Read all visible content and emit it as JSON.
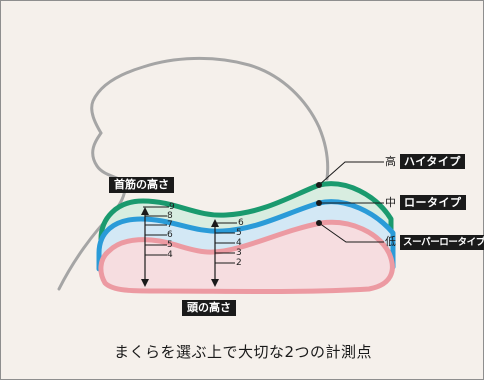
{
  "labels": {
    "neck_height": "首筋の高さ",
    "head_height": "頭の高さ",
    "caption": "まくらを選ぶ上で大切な2つの計測点"
  },
  "levels": [
    {
      "level": "高",
      "type": "ハイタイプ",
      "color": "#1a9a6e"
    },
    {
      "level": "中",
      "type": "ロータイプ",
      "color": "#2a9bd8"
    },
    {
      "level": "低",
      "type": "スーパーロータイプ",
      "color": "#ec9aa2"
    }
  ],
  "neck_scale": [
    "9",
    "8",
    "7",
    "6",
    "5",
    "4"
  ],
  "head_scale": [
    "6",
    "5",
    "4",
    "3",
    "2"
  ],
  "colors": {
    "background": "#f5f0eb",
    "outline": "#a0a0a0",
    "high": "#1a9a6e",
    "mid": "#2a9bd8",
    "low": "#ec9aa2"
  }
}
